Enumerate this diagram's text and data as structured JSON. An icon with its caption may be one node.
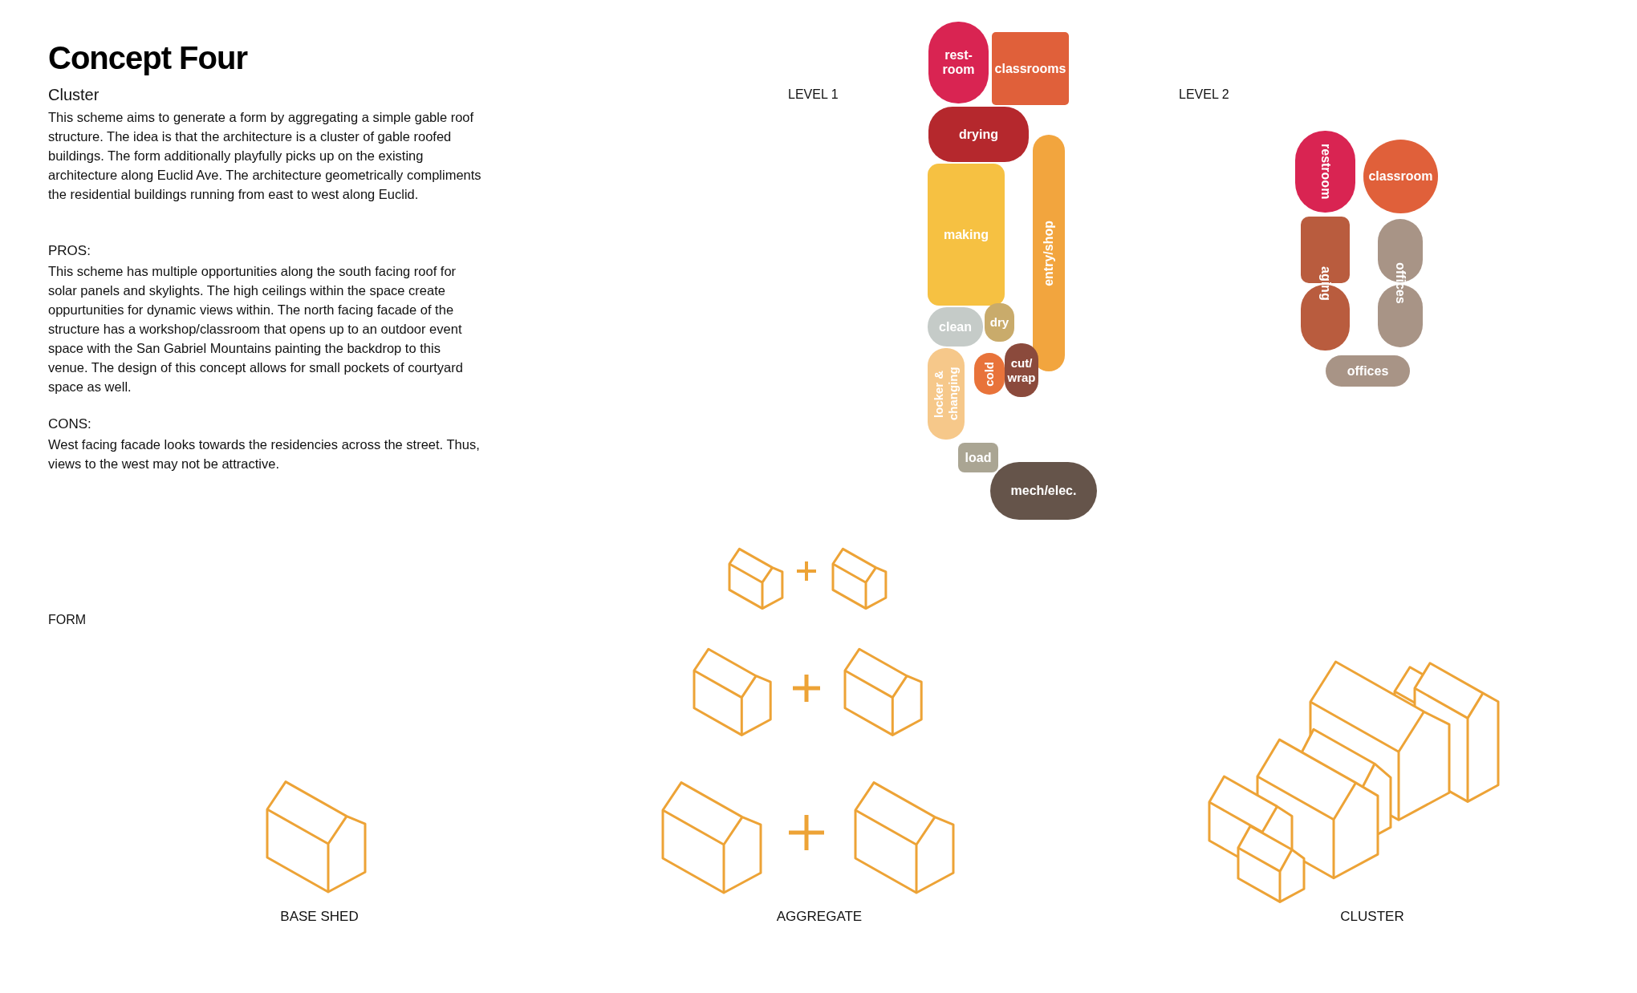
{
  "diagram": {
    "title": "Concept Four",
    "nodes": [
      {
        "text": [
          "rest- room"
        ]
      },
      {
        "text": [
          "classrooms"
        ]
      },
      {
        "text": [
          "drying"
        ]
      },
      {
        "text": [
          "making"
        ]
      },
      {
        "text": [
          "entry/shop"
        ]
      },
      {
        "text": [
          "clean"
        ]
      },
      {
        "text": [
          "dry"
        ]
      },
      {
        "text": [
          "locker & changing"
        ]
      },
      {
        "text": [
          "cold"
        ]
      },
      {
        "text": [
          "cut/ wrap"
        ]
      },
      {
        "text": [
          "load"
        ]
      },
      {
        "text": [
          "mech/elec."
        ]
      },
      {
        "text": [
          "restroom"
        ]
      },
      {
        "text": [
          "classroom"
        ]
      },
      {
        "text": [
          "aging"
        ]
      },
      {
        "text": [
          "offices"
        ]
      },
      {
        "text": [
          "offices"
        ]
      }
    ],
    "labels": [
      "Cluster",
      "This scheme aims to generate a form by aggregating a simple gable roof structure. The idea is that the architecture is a cluster of gable roofed buildings. The form additionally playfully picks up on the existing architecture along Euclid Ave. The architecture geometrically compliments the residential buildings running from east to west along Euclid.",
      "PROS:",
      "This scheme has multiple opportunities along the south facing roof for solar panels and skylights. The high ceilings within the space create oppurtunities for dynamic views within. The north facing facade of the structure has a workshop/classroom that opens up to an outdoor event space with the San Gabriel Mountains painting the backdrop to this venue. The design of this concept allows for small pockets of courtyard space as well.",
      "CONS:",
      "West facing facade looks towards the residencies across the street. Thus, views to the west may not be attractive.",
      "LEVEL 1",
      "LEVEL 2",
      "FORM",
      "BASE SHED",
      "AGGREGATE",
      "CLUSTER"
    ]
  }
}
